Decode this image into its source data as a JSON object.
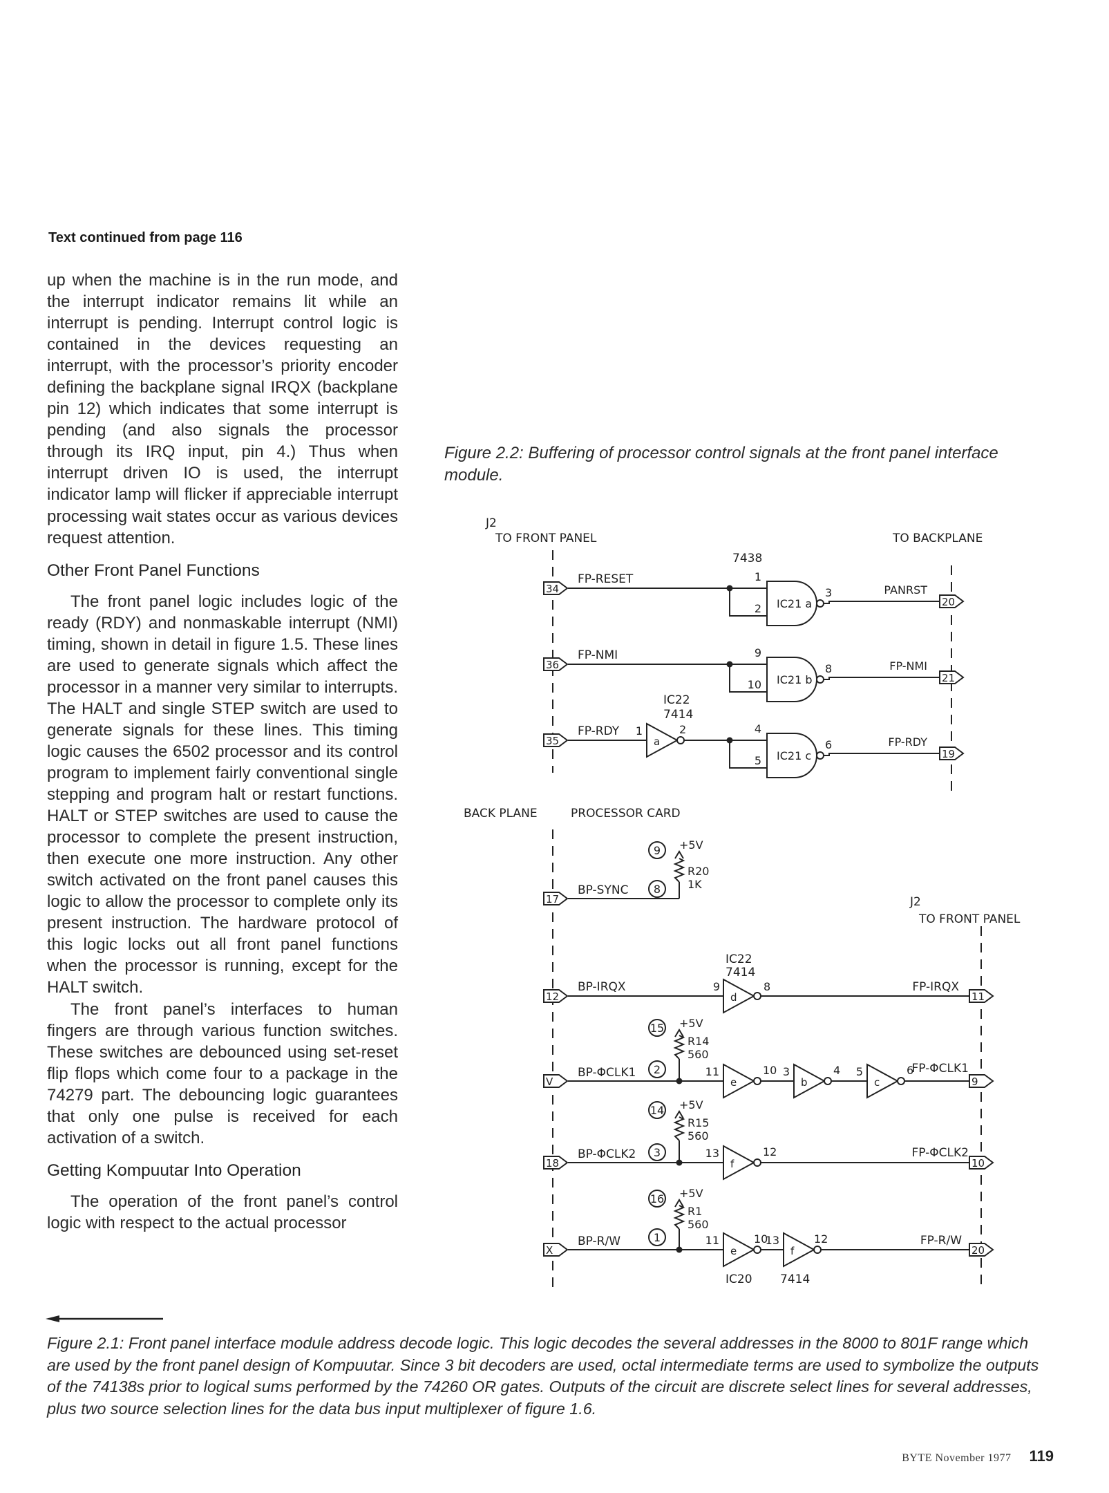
{
  "header": {
    "continued": "Text continued from page 116"
  },
  "body_text": {
    "p1": "up when the machine is in the run mode, and the interrupt indicator remains lit while an interrupt is pending. Interrupt control logic is contained in the devices requesting an interrupt, with the processor’s priority encoder defining the backplane signal IRQX (backplane pin 12) which indicates that some interrupt is pending (and also signals the processor through its IRQ input, pin 4.) Thus when interrupt driven IO is used, the interrupt indicator lamp will flicker if appreciable interrupt processing wait states occur as various devices request attention.",
    "h1": "Other Front Panel Functions",
    "p2": "The front panel logic includes logic of the ready (RDY) and nonmaskable interrupt (NMI) timing, shown in detail in figure 1.5. These lines are used to generate signals which affect the processor in a manner very similar to interrupts. The HALT and single STEP switch are used to generate signals for these lines. This timing logic causes the 6502 processor and its control program to implement fairly conventional single stepping and program halt or restart functions. HALT or STEP switches are used to cause the processor to complete the present instruction, then execute one more instruction. Any other switch activated on the front panel causes this logic to allow the processor to complete only its present instruction. The hardware protocol of this logic locks out all front panel functions when the processor is running, except for the HALT switch.",
    "p3": "The front panel’s interfaces to human fingers are through various function switches. These switches are debounced using set-reset flip flops which come four to a package in the 74279 part. The debouncing logic guarantees that only one pulse is received for each activation of a switch.",
    "h2": "Getting Kompuutar Into Operation",
    "p4": "The operation of the front panel’s control logic with respect to the actual processor"
  },
  "figure_2_2": {
    "caption": "Figure 2.2: Buffering of processor control signals at the front panel interface module.",
    "top_section": {
      "j2": "J2",
      "left_label": "TO FRONT PANEL",
      "right_label": "TO BACKPLANE",
      "chip": "7438",
      "rows": [
        {
          "pin_in": "34",
          "signal": "FP-RESET",
          "gate": "IC21 a",
          "in1": "1",
          "in2": "2",
          "out": "3",
          "out_signal": "PANRST",
          "pin_out": "20"
        },
        {
          "pin_in": "36",
          "signal": "FP-NMI",
          "gate": "IC21 b",
          "in1": "9",
          "in2": "10",
          "out": "8",
          "out_signal": "FP-NMI",
          "pin_out": "21"
        },
        {
          "pin_in": "35",
          "signal": "FP-RDY",
          "gate": "IC21 c",
          "in1": "4",
          "in2": "5",
          "out": "6",
          "out_signal": "FP-RDY",
          "pin_out": "19"
        }
      ],
      "inverter": {
        "chip": "IC22",
        "part": "7414",
        "unit": "a",
        "in": "1",
        "out": "2"
      }
    },
    "bottom_section": {
      "left_labels": [
        "BACK PLANE",
        "PROCESSOR CARD"
      ],
      "j2": "J2",
      "right_label": "TO FRONT PANEL",
      "sync": {
        "pin": "17",
        "signal": "BP-SYNC",
        "node_top": "9",
        "node": "8",
        "vcc": "+5V",
        "resistor": "R20",
        "value": "1K"
      },
      "irq": {
        "pin_in": "12",
        "signal": "BP-IRQX",
        "chip": "IC22",
        "part": "7414",
        "gate": "d",
        "in": "9",
        "out": "8",
        "out_signal": "FP-IRQX",
        "pin_out": "11"
      },
      "clk1": {
        "pin_in": "V",
        "signal": "BP-ΦCLK1",
        "node_top": "15",
        "node": "2",
        "vcc": "+5V",
        "resistor": "R14",
        "value": "560",
        "gates": [
          {
            "g": "e",
            "in": "11",
            "out": "10"
          },
          {
            "g": "b",
            "in": "3",
            "out": "4"
          },
          {
            "g": "c",
            "in": "5",
            "out": "6"
          }
        ],
        "out_signal": "FP-ΦCLK1",
        "pin_out": "9"
      },
      "clk2": {
        "pin_in": "18",
        "signal": "BP-ΦCLK2",
        "node_top": "14",
        "node": "3",
        "vcc": "+5V",
        "resistor": "R15",
        "value": "560",
        "gate": "f",
        "in": "13",
        "out": "12",
        "out_signal": "FP-ΦCLK2",
        "pin_out": "10"
      },
      "rw": {
        "pin_in": "X",
        "signal": "BP-R/W",
        "node_top": "16",
        "node": "1",
        "vcc": "+5V",
        "resistor": "R1",
        "value": "560",
        "gates": [
          {
            "g": "e",
            "in": "11",
            "out": "10"
          },
          {
            "g": "f",
            "in": "13",
            "out": "12"
          }
        ],
        "out_signal": "FP-R/W",
        "pin_out": "20",
        "chip_a": "IC20",
        "chip_b": "7414"
      }
    }
  },
  "figure_2_1": {
    "caption": "Figure 2.1: Front panel interface module address decode logic. This logic decodes the several addresses in the 8000 to 801F range which are used by the front panel design of Kompuutar. Since 3 bit decoders are used, octal intermediate terms are used to symbolize the outputs of the 74138s prior to logical sums performed by the 74260 OR gates. Outputs of the circuit are discrete select lines for several addresses, plus two source selection lines for the data bus input multiplexer of figure 1.6."
  },
  "footer": {
    "magazine": "BYTE November 1977",
    "page": "119"
  }
}
